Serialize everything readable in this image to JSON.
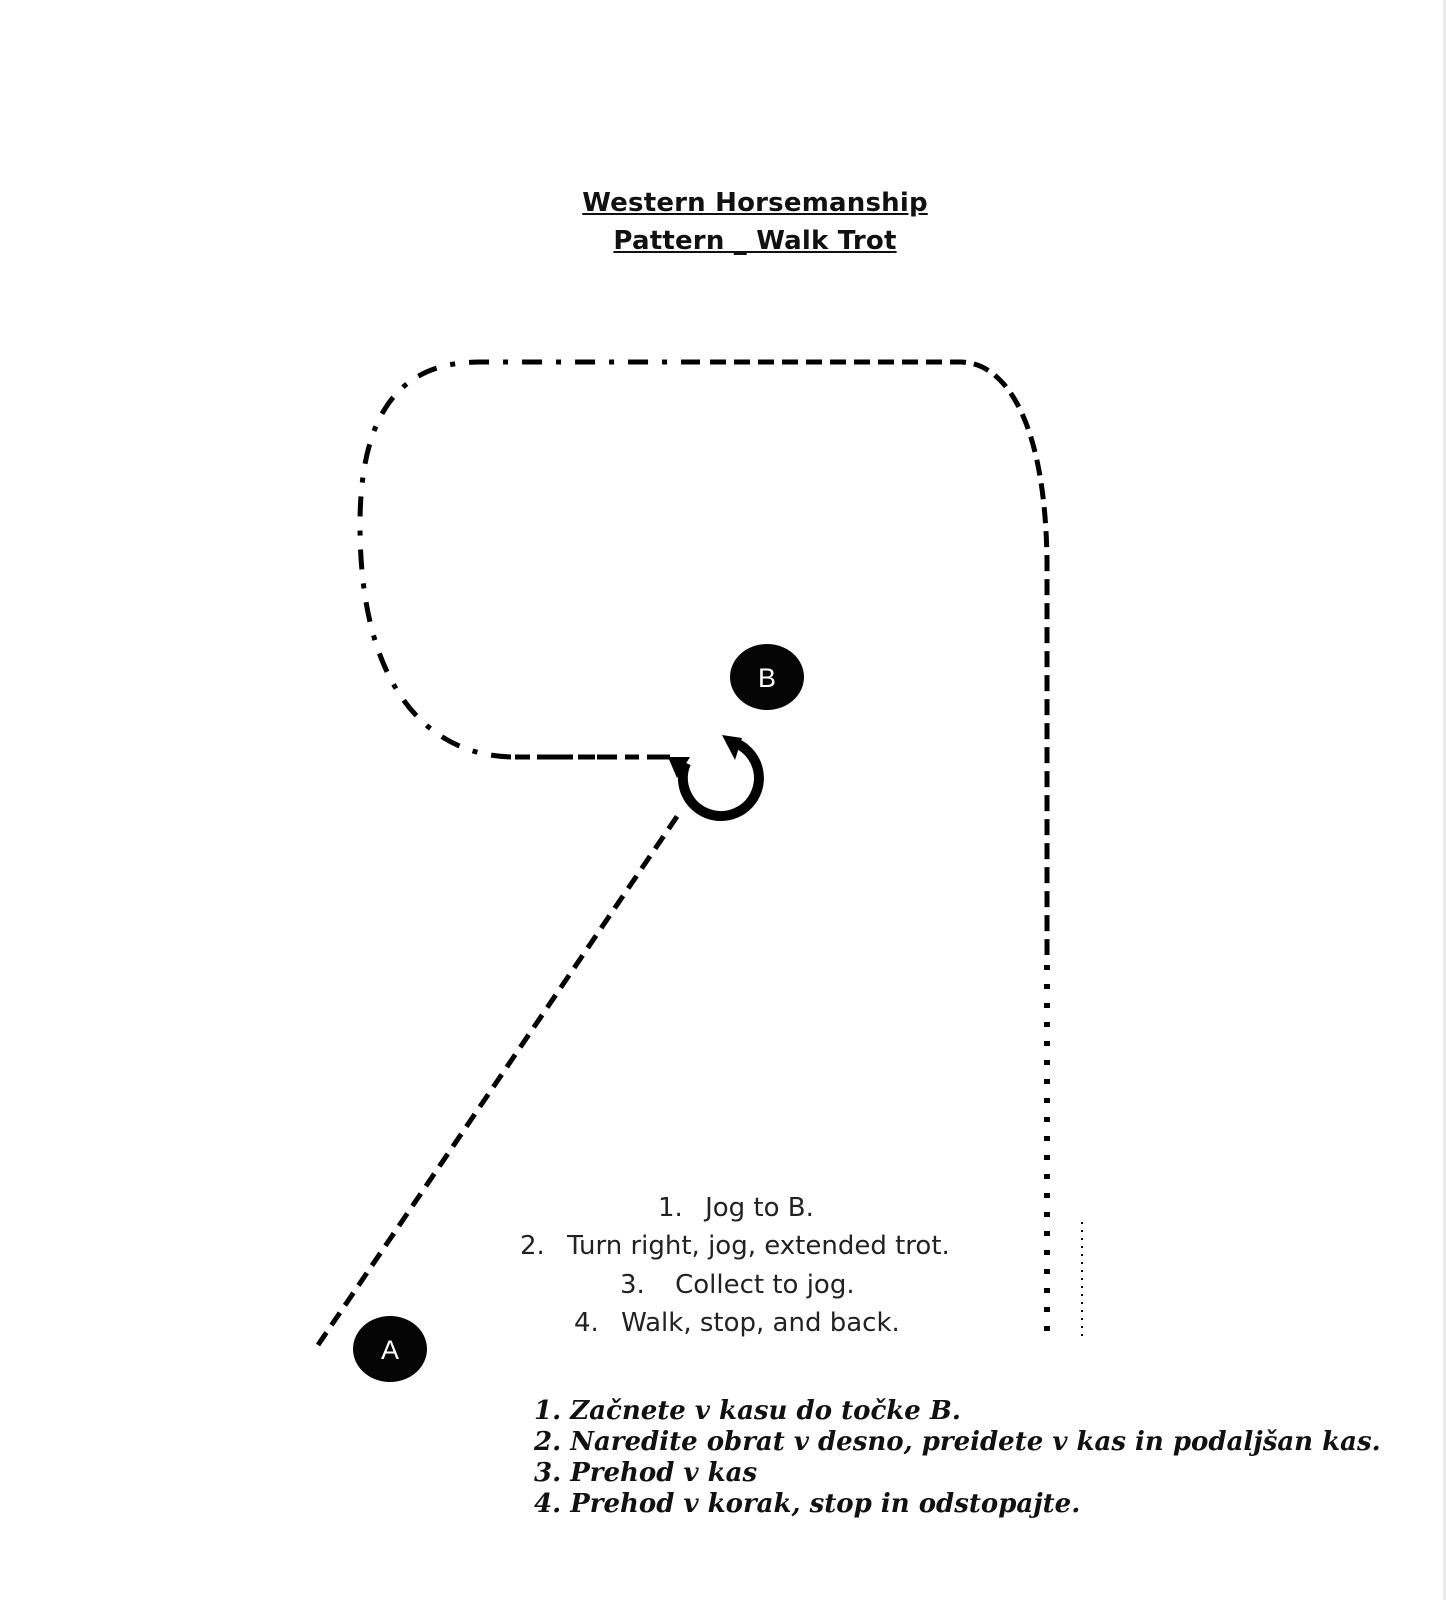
{
  "header": {
    "title_line1": "Western Horsemanship",
    "title_line2": "Pattern _ Walk Trot"
  },
  "markers": {
    "a": "A",
    "b": "B"
  },
  "instructions_en": [
    {
      "num": "1.",
      "text": "Jog to B."
    },
    {
      "num": "2.",
      "text": "Turn right, jog, extended trot."
    },
    {
      "num": "3.",
      "text": "Collect to jog."
    },
    {
      "num": "4.",
      "text": "Walk, stop, and back."
    }
  ],
  "instructions_sl": [
    "1. Začnete v kasu do točke B.",
    "2. Naredite obrat v desno, preidete v kas in podaljšan kas.",
    "3. Prehod v kas",
    "4. Prehod v korak, stop in odstopajte."
  ],
  "colors": {
    "ink": "#000000",
    "marker_fill": "#050505",
    "marker_text": "#ffffff"
  }
}
